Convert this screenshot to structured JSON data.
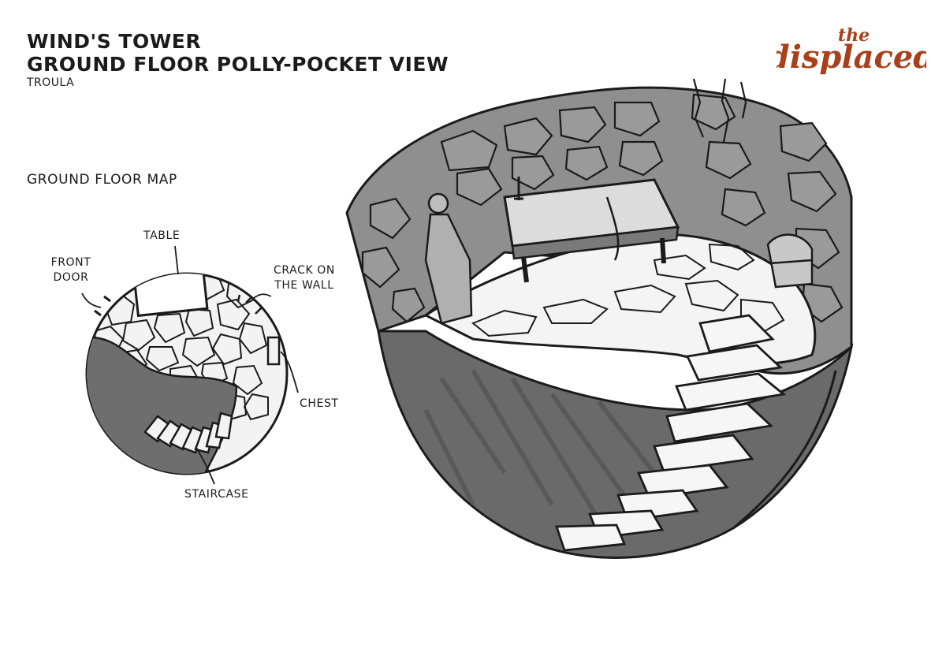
{
  "header": {
    "title_line1": "WIND'S TOWER",
    "title_line2": "GROUND FLOOR POLLY-POCKET VIEW",
    "artist": "TROULA"
  },
  "logo": {
    "small_word": "the",
    "main_word": "displaced",
    "color": "#a8401c"
  },
  "map": {
    "heading": "GROUND FLOOR MAP",
    "labels": {
      "table": "TABLE",
      "front_door": "FRONT\nDOOR",
      "crack": "CRACK ON\nTHE WALL",
      "chest": "CHEST",
      "staircase": "STAIRCASE"
    }
  },
  "colors": {
    "ink": "#1b1b1b",
    "stone_fill": "#f2f2f2",
    "void_shade": "#6a6a6a",
    "wall_shade": "#8c8c8c"
  }
}
